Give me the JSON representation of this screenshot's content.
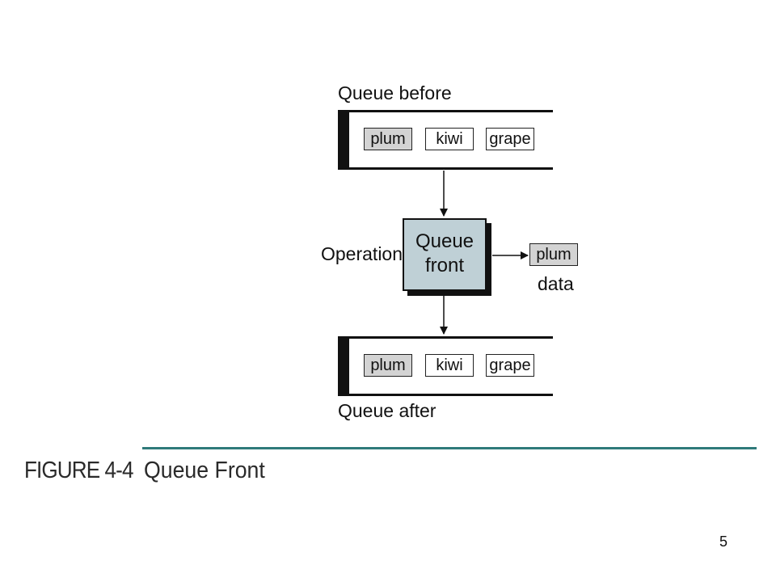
{
  "diagram": {
    "queue_before": {
      "label": "Queue before",
      "items": [
        "plum",
        "kiwi",
        "grape"
      ]
    },
    "operation": {
      "label": "Operation",
      "name_line1": "Queue",
      "name_line2": "front"
    },
    "result": {
      "value": "plum",
      "label": "data"
    },
    "queue_after": {
      "label": "Queue after",
      "items": [
        "plum",
        "kiwi",
        "grape"
      ]
    }
  },
  "caption": {
    "figure_label": "FIGURE 4-4",
    "title": "Queue Front"
  },
  "page_number": "5",
  "colors": {
    "operation_fill": "#bfd0d6",
    "front_item_fill": "#d3d3d3",
    "rule": "#2f7a7a"
  }
}
